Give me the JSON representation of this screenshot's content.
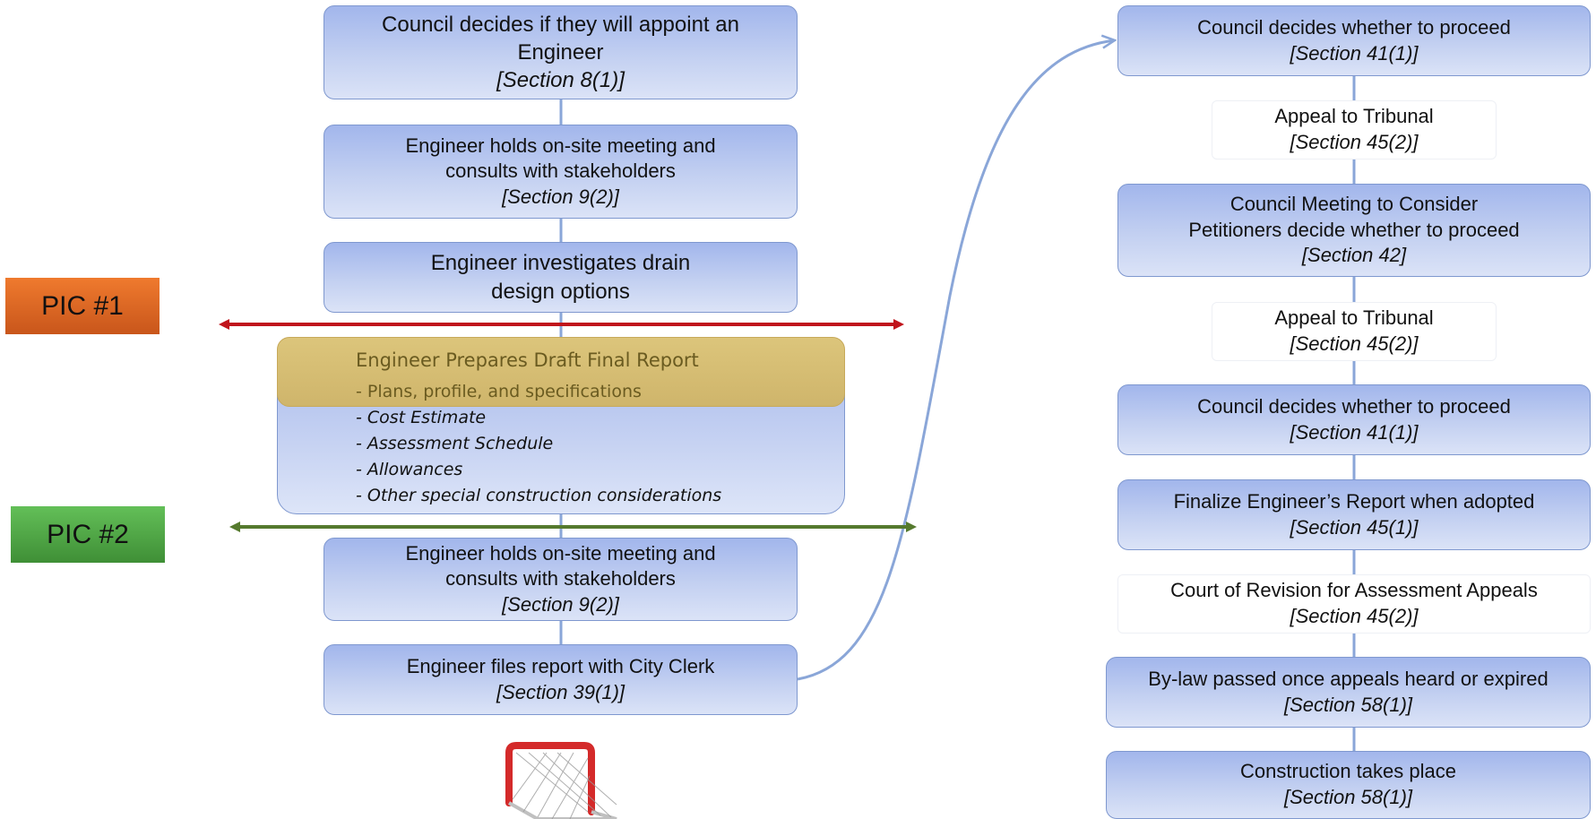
{
  "left_flow": [
    {
      "id": "appoint",
      "lines": [
        "Council decides if they will appoint an",
        "Engineer"
      ],
      "ref": "[Section 8(1)]"
    },
    {
      "id": "onsite1",
      "lines": [
        "Engineer holds on-site meeting and",
        "consults with stakeholders"
      ],
      "ref": "[Section 9(2)]"
    },
    {
      "id": "investigate",
      "lines": [
        "Engineer investigates drain",
        "design options"
      ]
    },
    {
      "id": "onsite2",
      "lines": [
        "Engineer holds on-site meeting and",
        "consults with stakeholders"
      ],
      "ref": "[Section 9(2)]"
    },
    {
      "id": "file",
      "lines": [
        "Engineer files report with City Clerk"
      ],
      "ref": "[Section 39(1)]"
    }
  ],
  "draft_report": {
    "title": "Engineer Prepares Draft Final Report",
    "items": [
      "- Plans, profile, and specifications",
      "- Cost Estimate",
      "- Assessment Schedule",
      "- Allowances",
      "- Other special construction considerations"
    ],
    "highlight_color": "#d6bd72"
  },
  "pic_labels": {
    "pic1": {
      "label": "PIC #1",
      "color": "#dd6a22",
      "line_color": "#c0141c"
    },
    "pic2": {
      "label": "PIC #2",
      "color": "#52a748",
      "line_color": "#557a2e"
    }
  },
  "right_flow": [
    {
      "id": "proceed1",
      "lines": [
        "Council decides whether to proceed"
      ],
      "ref": "[Section 41(1)]"
    },
    {
      "id": "appeal1",
      "lines": [
        "Appeal to Tribunal"
      ],
      "ref": "[Section 45(2)]",
      "plain": true
    },
    {
      "id": "meeting",
      "lines": [
        "Council Meeting to Consider",
        "Petitioners decide whether to proceed"
      ],
      "ref": "[Section 42]"
    },
    {
      "id": "appeal2",
      "lines": [
        "Appeal to Tribunal"
      ],
      "ref": "[Section 45(2)]",
      "plain": true
    },
    {
      "id": "proceed2",
      "lines": [
        "Council decides whether to proceed"
      ],
      "ref": "[Section 41(1)]"
    },
    {
      "id": "finalize",
      "lines": [
        "Finalize Engineer’s Report when adopted"
      ],
      "ref": "[Section 45(1)]"
    },
    {
      "id": "court",
      "lines": [
        "Court of Revision for Assessment Appeals"
      ],
      "ref": "[Section 45(2)]",
      "plain": true
    },
    {
      "id": "bylaw",
      "lines": [
        "By-law passed once appeals heard or expired"
      ],
      "ref": "[Section 58(1)]"
    },
    {
      "id": "construction",
      "lines": [
        "Construction takes place"
      ],
      "ref": "[Section 58(1)]"
    }
  ],
  "colors": {
    "box_border": "#7f98cf",
    "box_fill": "#b6c6ef",
    "connector": "#8aa6d8"
  },
  "icons": [
    "hockey-net-icon"
  ]
}
